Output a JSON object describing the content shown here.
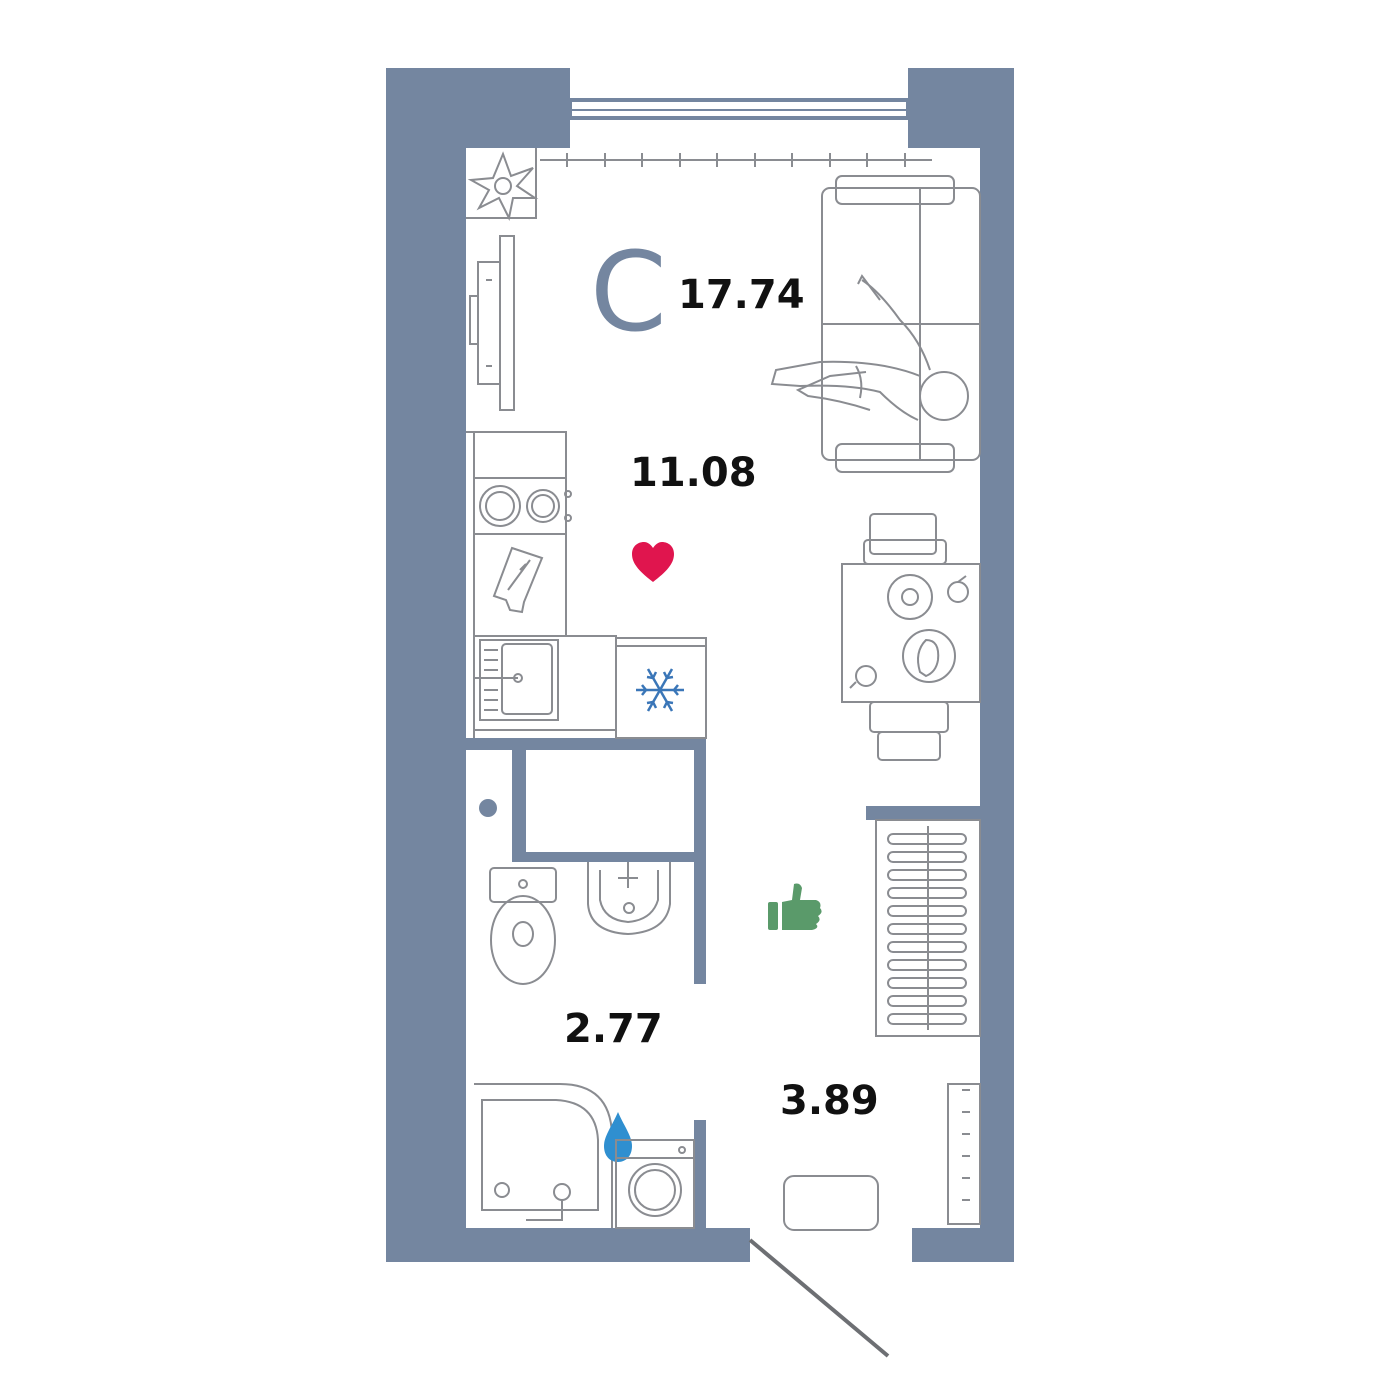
{
  "plan": {
    "type_letter": "C",
    "total_area": "17.74",
    "rooms": [
      {
        "id": "living",
        "area": "11.08"
      },
      {
        "id": "bathroom",
        "area": "2.77"
      },
      {
        "id": "hallway",
        "area": "3.89"
      }
    ]
  },
  "icons": {
    "heart": "heart-icon",
    "snowflake": "snowflake-icon",
    "thumbs_up": "thumbs-up-icon",
    "water_drop": "water-drop-icon"
  },
  "colors": {
    "walls": "#7486a0",
    "furniture_stroke": "#8a8c91",
    "heart": "#e0154e",
    "snowflake": "#3a76b8",
    "thumbs_up": "#5a9a6a",
    "water_drop": "#2f8fd0"
  }
}
